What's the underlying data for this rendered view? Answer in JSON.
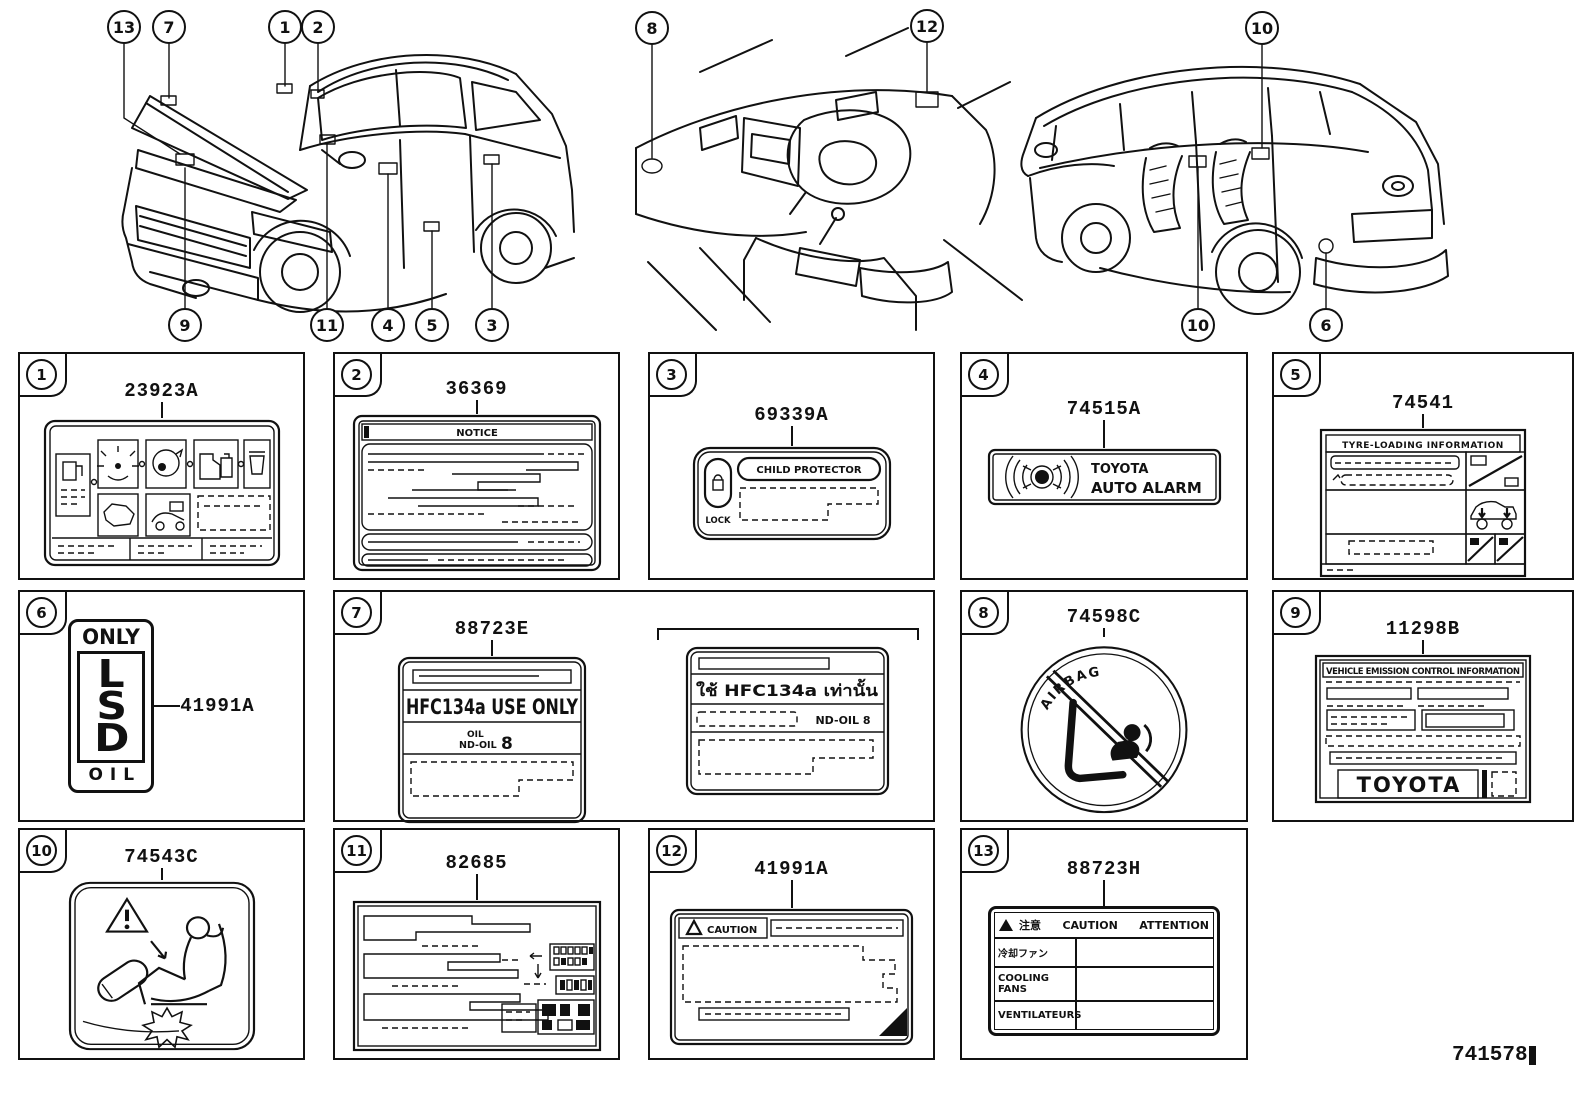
{
  "page": {
    "doc_id": "741578",
    "colors": {
      "ink": "#111111",
      "paper": "#ffffff"
    }
  },
  "callouts": [
    "13",
    "7",
    "1",
    "2",
    "9",
    "11",
    "4",
    "5",
    "3",
    "8",
    "12",
    "10",
    "10",
    "6"
  ],
  "cells": [
    {
      "num": "1",
      "part": "23923A"
    },
    {
      "num": "2",
      "part": "36369",
      "title": "NOTICE"
    },
    {
      "num": "3",
      "part": "69339A",
      "title": "CHILD PROTECTOR",
      "lock_label": "LOCK"
    },
    {
      "num": "4",
      "part": "74515A",
      "brand": "TOYOTA",
      "product": "AUTO ALARM"
    },
    {
      "num": "5",
      "part": "74541",
      "title": "TYRE-LOADING INFORMATION"
    },
    {
      "num": "6",
      "part": "41991A",
      "only": "ONLY",
      "letters": [
        "L",
        "S",
        "D"
      ],
      "oil": "OIL"
    },
    {
      "num": "7",
      "part": "88723E",
      "refrigerant": "HFC134a USE ONLY",
      "oil_word": "OIL",
      "oil_spec": "ND-OIL",
      "oil_qty": "8",
      "thai_refrigerant": "ใช้ HFC134a เท่านั้น",
      "thai_oil_spec": "ND-OIL 8"
    },
    {
      "num": "8",
      "part": "74598C",
      "warning": "AIRBAG"
    },
    {
      "num": "9",
      "part": "11298B",
      "title": "VEHICLE EMISSION CONTROL INFORMATION",
      "brand": "TOYOTA"
    },
    {
      "num": "10",
      "part": "74543C"
    },
    {
      "num": "11",
      "part": "82685"
    },
    {
      "num": "12",
      "part": "41991A",
      "caution": "CAUTION"
    },
    {
      "num": "13",
      "part": "88723H",
      "caution_jp": "注意",
      "caution_en": "CAUTION",
      "caution_fr": "ATTENTION",
      "rows": [
        "冷却ファン",
        "COOLING FANS",
        "VENTILATEURS"
      ]
    }
  ]
}
